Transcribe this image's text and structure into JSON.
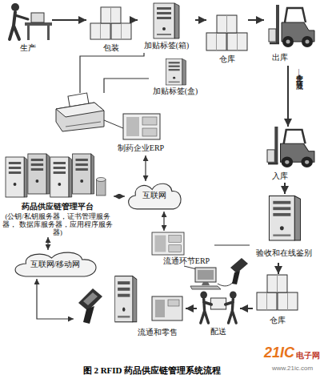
{
  "diagram": {
    "caption": "图 2 RFID 药品供应链管理系统流程",
    "nodes": [
      {
        "text": [
          "生产"
        ]
      },
      {
        "text": [
          "包装"
        ]
      },
      {
        "text": [
          "加贴标签(箱)"
        ]
      },
      {
        "text": [
          "仓库"
        ]
      },
      {
        "text": [
          "出库"
        ]
      },
      {
        "text": [
          "加贴标签(盒)"
        ]
      },
      {
        "text": [
          "制药企业ERP"
        ]
      },
      {
        "text": [
          "入库"
        ]
      },
      {
        "text": [
          "互联网"
        ]
      },
      {
        "text": [
          "药品供应链管理平台",
          "(公钥/私钥服务器，证书管理服务器， 数据库服务器，应用程序服务器)"
        ]
      },
      {
        "text": [
          "流通环节ERP"
        ]
      },
      {
        "text": [
          "验收和在线鉴别"
        ]
      },
      {
        "text": [
          "互联网/移动网"
        ]
      },
      {
        "text": [
          "仓库"
        ]
      },
      {
        "text": [
          "流通和零售"
        ]
      },
      {
        "text": [
          "配送"
        ]
      }
    ],
    "edges": [
      {
        "from": 0,
        "to": 1,
        "arrow": "to"
      },
      {
        "from": 1,
        "to": 2,
        "arrow": "to"
      },
      {
        "from": 2,
        "to": 3,
        "arrow": "to"
      },
      {
        "from": 3,
        "to": 4,
        "arrow": "to"
      },
      {
        "from": 4,
        "to": 7,
        "label": "生产企业—流通环节",
        "arrow": "to"
      },
      {
        "from": 7,
        "to": 11,
        "arrow": "to"
      },
      {
        "from": 11,
        "to": 13,
        "arrow": "to"
      },
      {
        "from": 13,
        "to": 15,
        "arrow": "to"
      },
      {
        "from": 15,
        "to": 14,
        "arrow": "to"
      },
      {
        "from": 2,
        "to": 6,
        "arrow": "none"
      },
      {
        "from": 5,
        "to": 6,
        "arrow": "none"
      },
      {
        "from": 6,
        "to": 8,
        "arrow": "both"
      },
      {
        "from": 8,
        "to": 10,
        "arrow": "both"
      },
      {
        "from": 9,
        "to": 8,
        "arrow": "both"
      },
      {
        "from": 9,
        "to": 12,
        "arrow": "both"
      },
      {
        "from": 12,
        "to": 14,
        "arrow": "both"
      },
      {
        "from": 10,
        "to": 11,
        "arrow": "none"
      }
    ],
    "labels": [
      "21IC",
      "电子网",
      "www.21ic.com"
    ]
  }
}
